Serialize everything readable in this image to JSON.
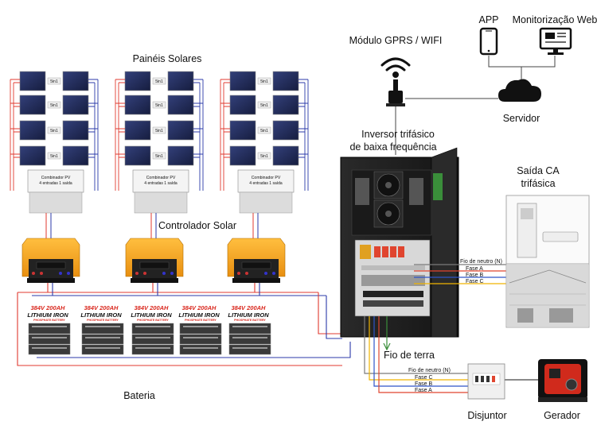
{
  "labels": {
    "solar_panels": "Painéis Solares",
    "solar_controller": "Controlador Solar",
    "battery": "Bateria",
    "gprs_module": "Módulo GPRS / WIFI",
    "app": "APP",
    "web_monitoring": "Monitorização Web",
    "server": "Servidor",
    "inverter_line1": "Inversor trifásico",
    "inverter_line2": "de baixa frequência",
    "ac_output_line1": "Saída CA",
    "ac_output_line2": "trifásica",
    "earth_wire": "Fio de terra",
    "breaker": "Disjuntor",
    "generator": "Gerador"
  },
  "combiner": {
    "title": "Combinador PV",
    "subtitle": "4 entradas 1 saída"
  },
  "junction_box_label": "5in1",
  "battery_module": {
    "voltage_capacity": "384V 200AH",
    "chemistry": "LITHIUM IRON",
    "type": "PHOSPHATE BATTERY"
  },
  "output_wires": {
    "neutral": "Fio de neutro (N)",
    "phase_a": "Fase A",
    "phase_b": "Fase B",
    "phase_c": "Fase C"
  },
  "generator_wires": {
    "neutral": "Fio de neutro (N)",
    "phase_c": "Fase C",
    "phase_b": "Fase B",
    "phase_a": "Fase A"
  },
  "colors": {
    "positive_wire": "#e03a2f",
    "negative_wire": "#2b3aa8",
    "neutral_wire": "#7a7a7a",
    "phase_a_wire": "#e0452f",
    "phase_b_wire": "#2f54c8",
    "phase_c_wire": "#f0b400",
    "earth_wire": "#3a8e3a",
    "controller_body": "#f5a623",
    "inverter_body": "#1e1e1e"
  }
}
